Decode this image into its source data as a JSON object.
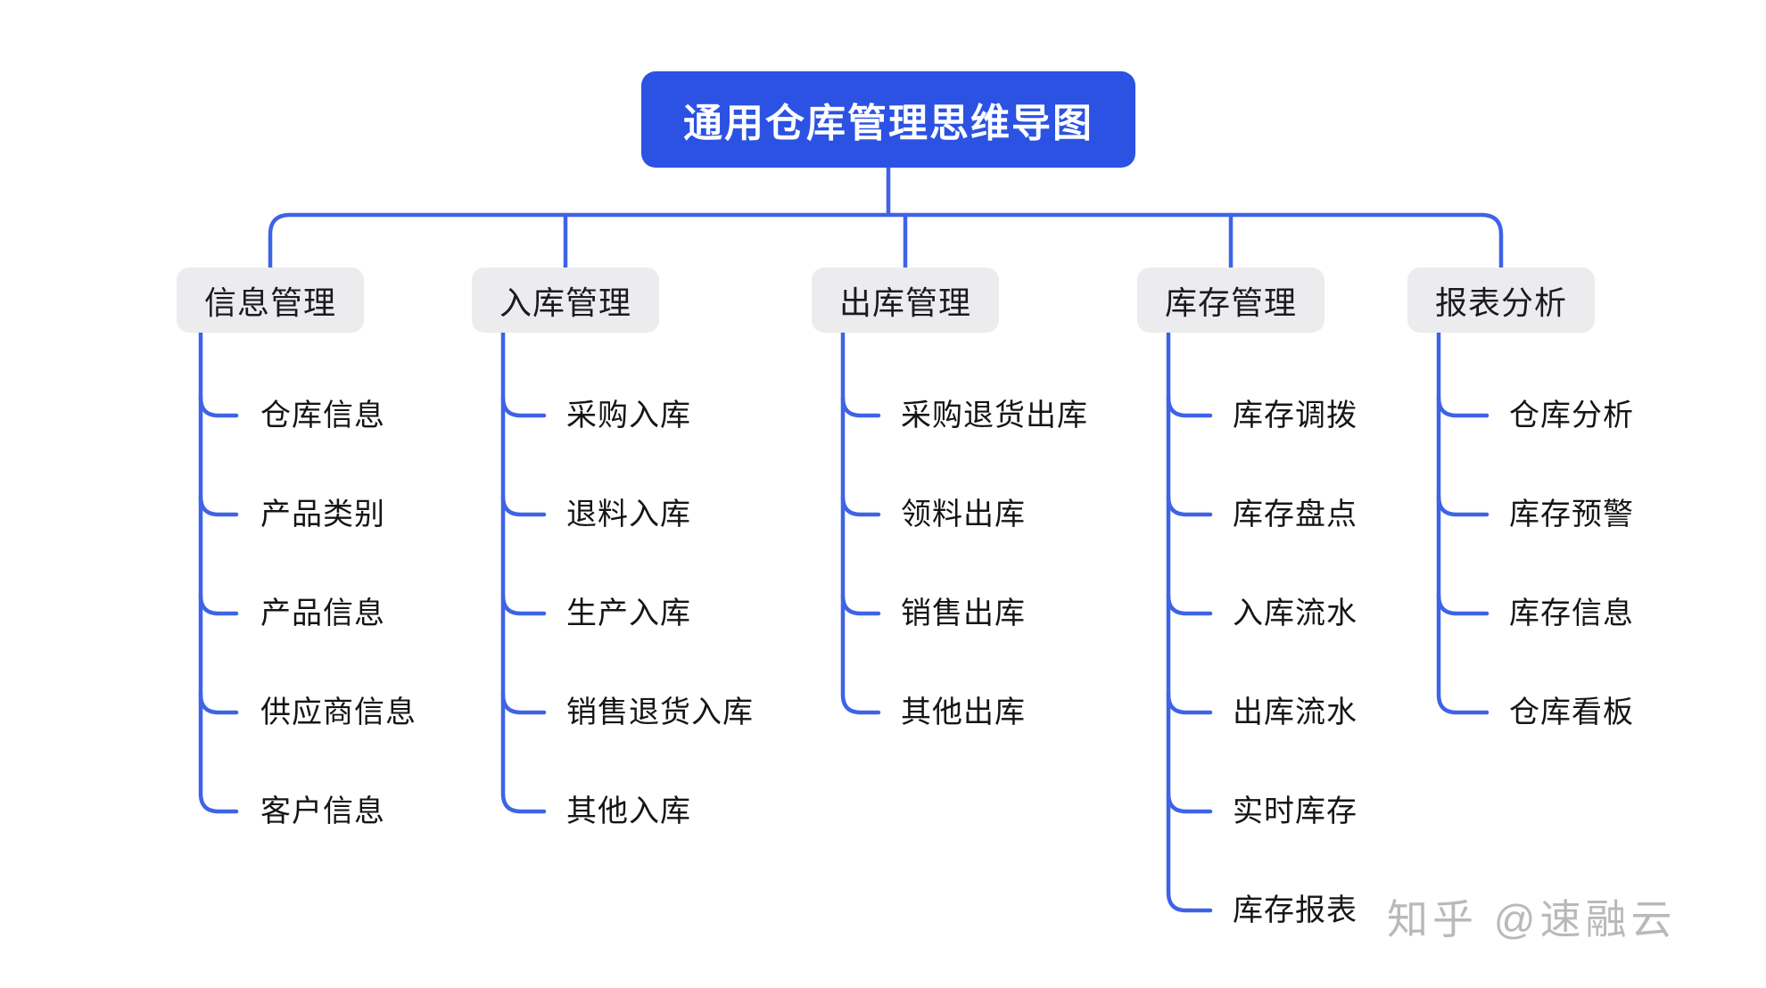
{
  "root": {
    "label": "通用仓库管理思维导图"
  },
  "branches": [
    {
      "label": "信息管理",
      "children": [
        "仓库信息",
        "产品类别",
        "产品信息",
        "供应商信息",
        "客户信息"
      ]
    },
    {
      "label": "入库管理",
      "children": [
        "采购入库",
        "退料入库",
        "生产入库",
        "销售退货入库",
        "其他入库"
      ]
    },
    {
      "label": "出库管理",
      "children": [
        "采购退货出库",
        "领料出库",
        "销售出库",
        "其他出库"
      ]
    },
    {
      "label": "库存管理",
      "children": [
        "库存调拨",
        "库存盘点",
        "入库流水",
        "出库流水",
        "实时库存",
        "库存报表"
      ]
    },
    {
      "label": "报表分析",
      "children": [
        "仓库分析",
        "库存预警",
        "库存信息",
        "仓库看板"
      ]
    }
  ],
  "watermark": {
    "label": "知乎 @速融云"
  },
  "colors": {
    "root_bg": "#2B52E2",
    "root_text": "#FFFFFF",
    "branch_bg": "#ECECEE",
    "branch_text": "#1B1B1F",
    "child_text": "#151518",
    "connector": "#3E63E6",
    "watermark": "#B9B9B9"
  }
}
